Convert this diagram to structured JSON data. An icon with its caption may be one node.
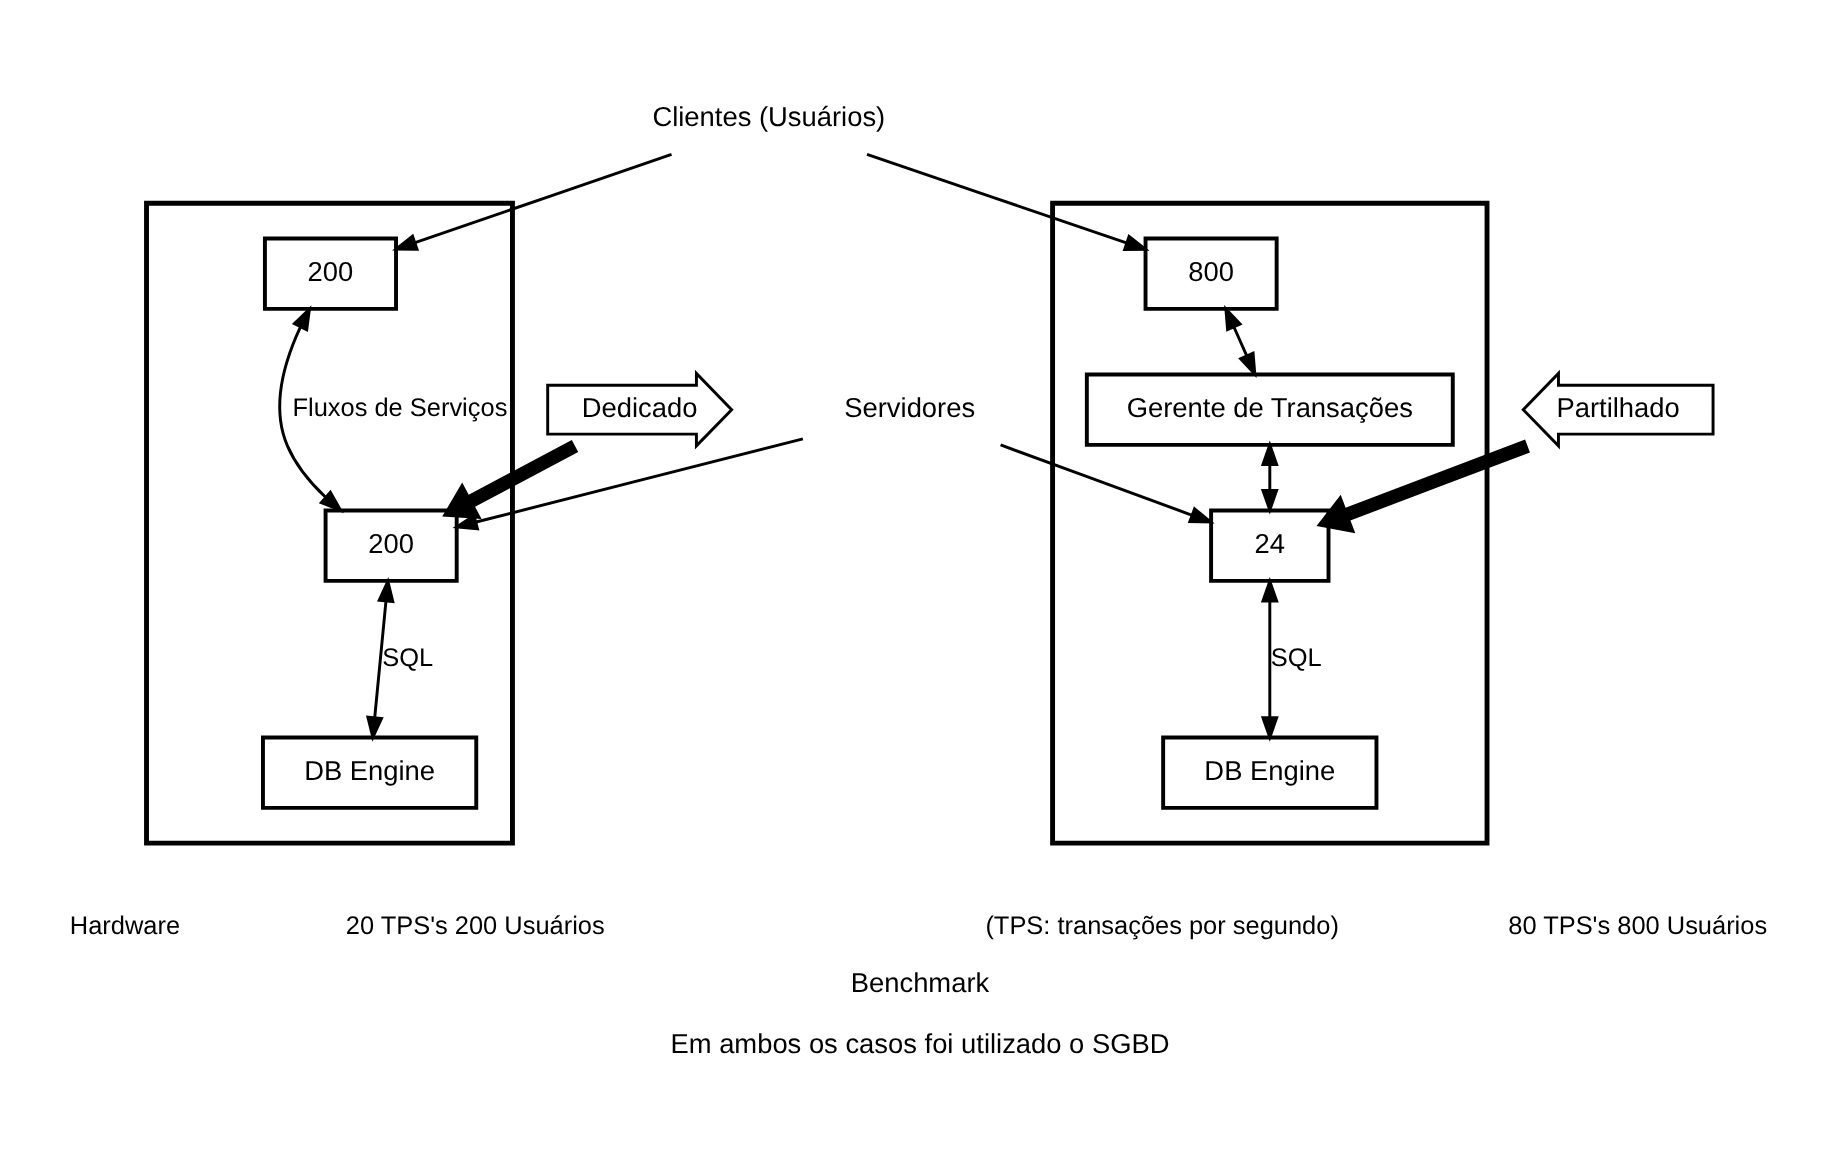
{
  "diagram": {
    "title": "Benchmark",
    "caption": "Em ambos os casos foi utilizado o SGBD",
    "nodes": [
      {
        "text": [],
        "shape": "box"
      },
      {
        "text": [
          "200"
        ],
        "in": 0
      },
      {
        "text": [
          "200"
        ],
        "in": 0
      },
      {
        "text": [
          "DB Engine"
        ],
        "in": 0
      },
      {
        "text": [],
        "shape": "box"
      },
      {
        "text": [
          "800"
        ],
        "in": 4
      },
      {
        "text": [
          "Gerente de Transações"
        ],
        "in": 4
      },
      {
        "text": [
          "24"
        ],
        "in": 4
      },
      {
        "text": [
          "DB Engine"
        ],
        "in": 4
      },
      {
        "text": [
          "Clientes (Usuários)"
        ]
      },
      {
        "text": [
          "Servidores"
        ]
      },
      {
        "text": [
          "Dedicado"
        ]
      },
      {
        "text": [
          "Partilhado"
        ]
      }
    ],
    "edges": [
      {
        "from": 9,
        "to": 1,
        "arrow": "to"
      },
      {
        "from": 9,
        "to": 5,
        "arrow": "to"
      },
      {
        "from": 1,
        "to": 2,
        "arrow": "both",
        "label": "Fluxos de Serviços"
      },
      {
        "from": 2,
        "to": 3,
        "arrow": "both",
        "label": "SQL"
      },
      {
        "from": 10,
        "to": 2,
        "arrow": "to"
      },
      {
        "from": 10,
        "to": 7,
        "arrow": "to"
      },
      {
        "from": 5,
        "to": 6,
        "arrow": "both"
      },
      {
        "from": 6,
        "to": 7,
        "arrow": "both"
      },
      {
        "from": 7,
        "to": 8,
        "arrow": "both",
        "label": "SQL"
      },
      {
        "from": 11,
        "to": 2,
        "arrow": "to",
        "style": "thick"
      },
      {
        "from": 12,
        "to": 7,
        "arrow": "to",
        "style": "thick"
      }
    ],
    "labels": [
      "Hardware",
      "(TPS: transações por segundo)",
      "20 TPS's 200 Usuários",
      "80 TPS's 800 Usuários"
    ]
  }
}
